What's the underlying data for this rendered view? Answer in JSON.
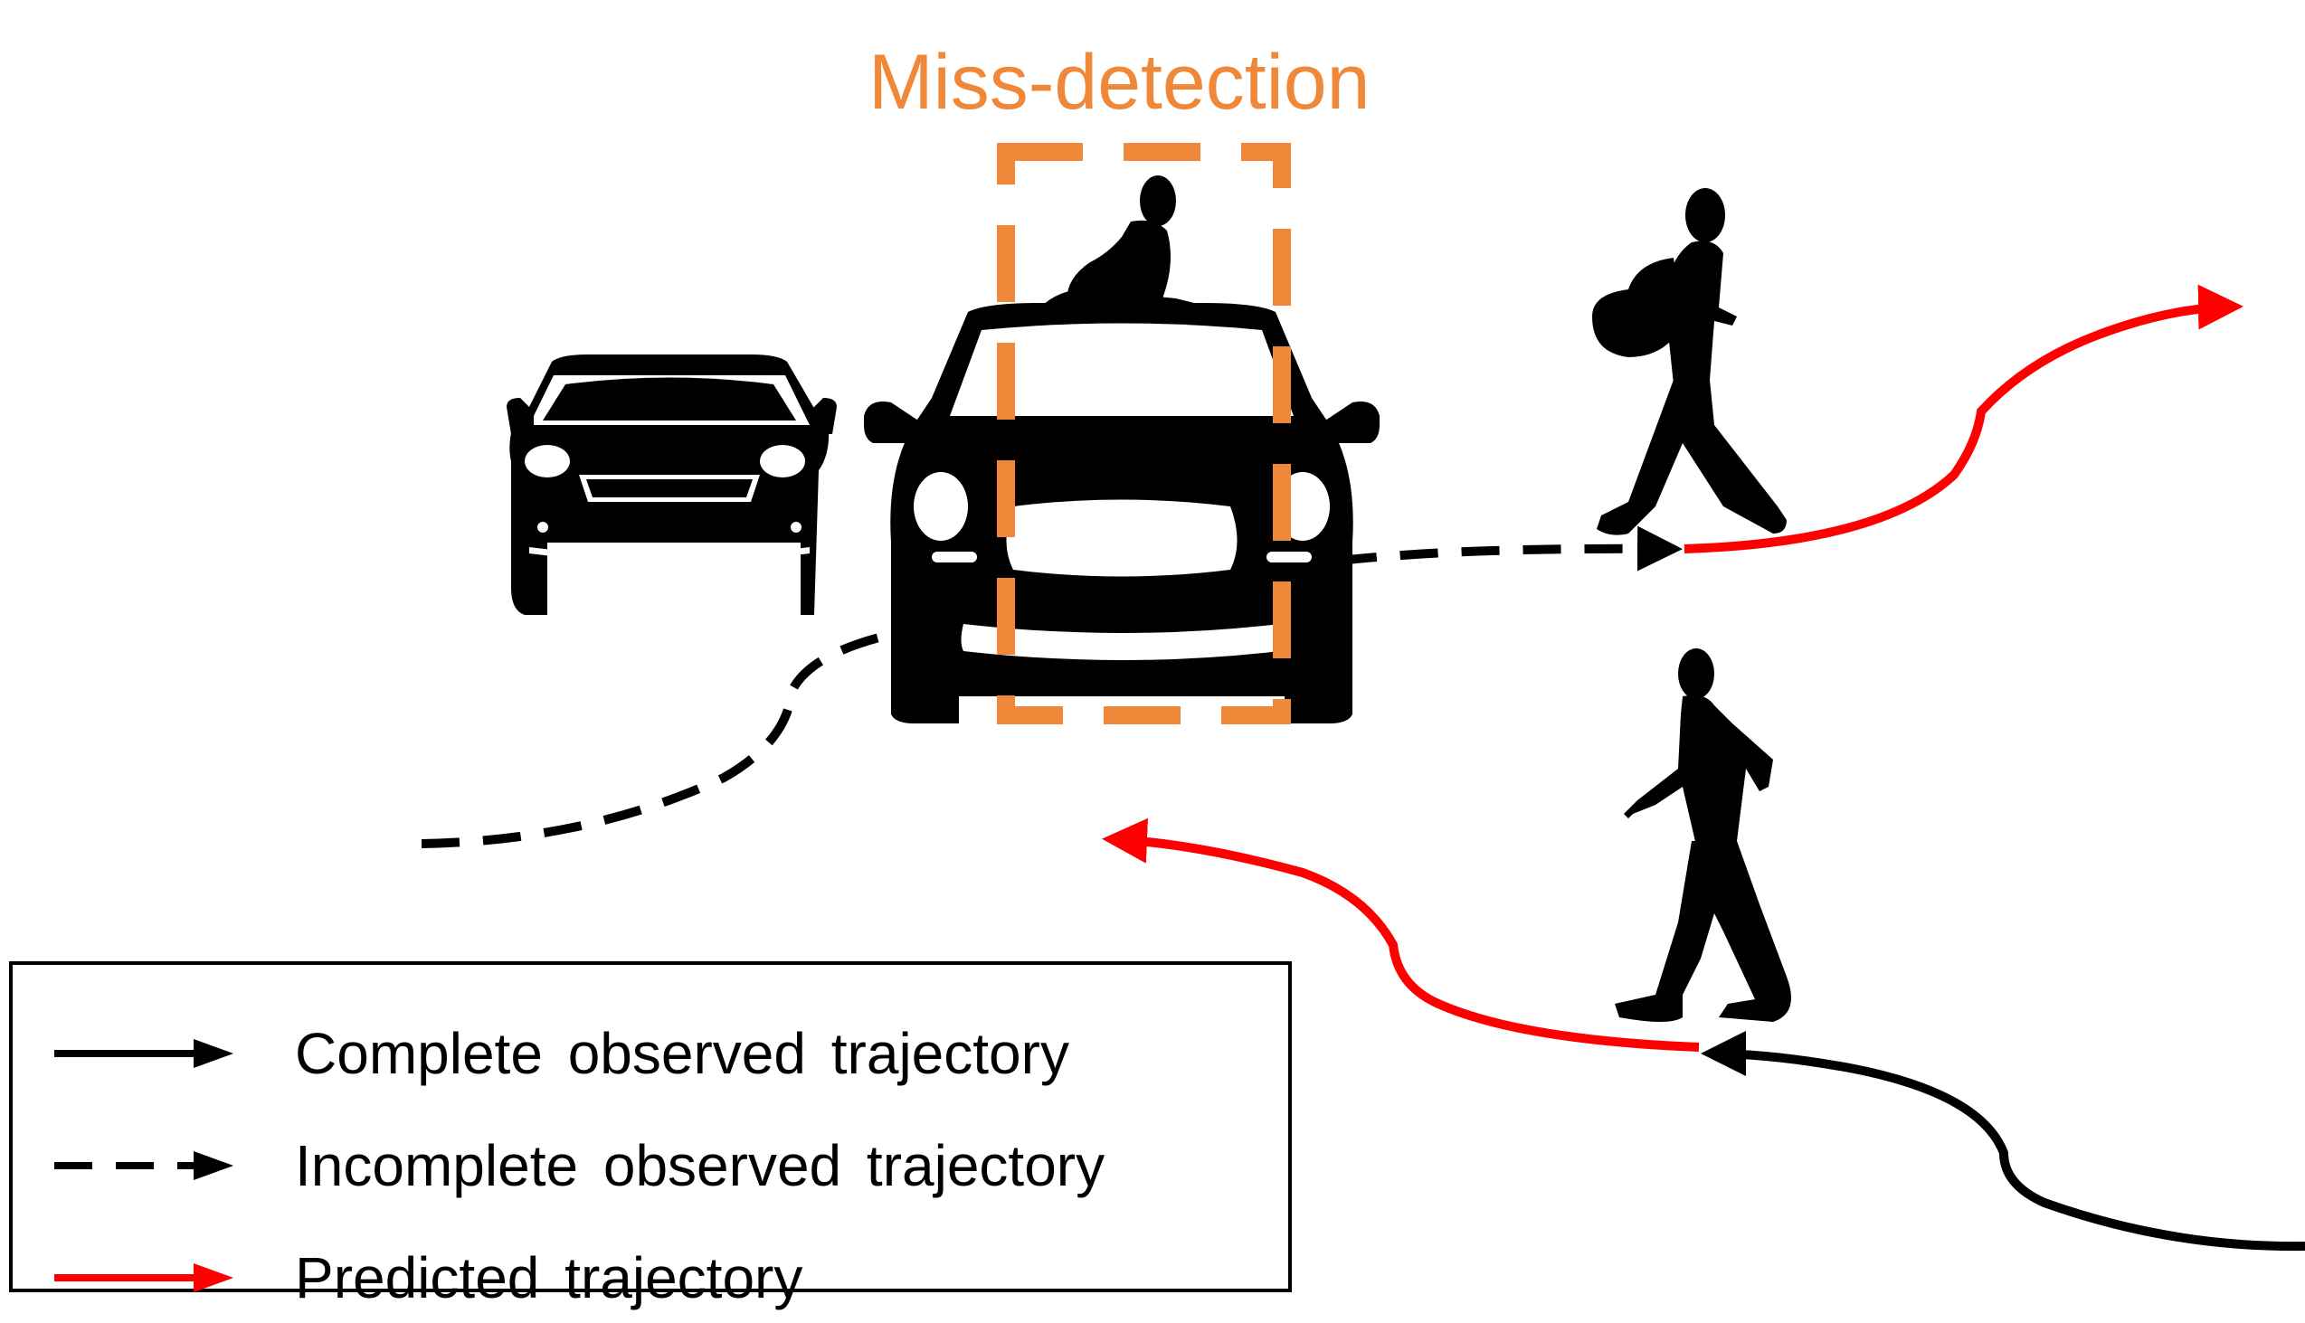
{
  "title": "Miss-detection",
  "colors": {
    "miss_detection": "#F0883A",
    "observed": "#000000",
    "predicted": "#FF0000",
    "silhouette": "#000000"
  },
  "legend": {
    "items": [
      {
        "label": "Complete observed trajectory",
        "style": "solid",
        "color": "#000000"
      },
      {
        "label": "Incomplete observed trajectory",
        "style": "dashed",
        "color": "#000000"
      },
      {
        "label": "Predicted trajectory",
        "style": "solid",
        "color": "#FF0000"
      }
    ]
  },
  "icons": [
    "car-icon",
    "pedestrian-icon",
    "dashed-box-icon",
    "arrow-icon"
  ]
}
